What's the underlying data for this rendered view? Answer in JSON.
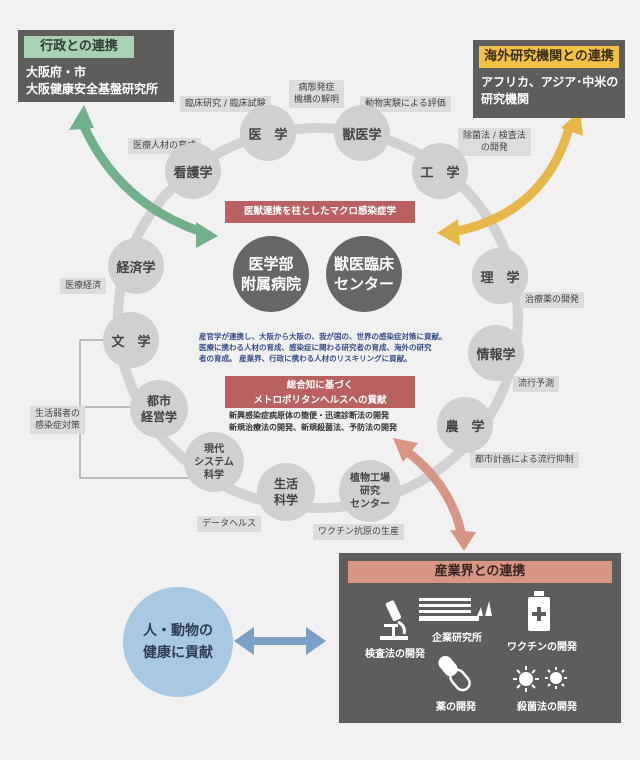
{
  "gov_panel": {
    "title": "行政との連携",
    "body": "大阪府・市\n大阪健康安全基盤研究所"
  },
  "intl_panel": {
    "title": "海外研究機関との連携",
    "body": "アフリカ、アジア･中米の\n研究機関"
  },
  "industry_panel": {
    "title": "産業界との連携",
    "items": {
      "company": "企業研究所",
      "vaccine": "ワクチンの開発",
      "test": "検査法の開発",
      "drug": "薬の開発",
      "sterilize": "殺菌法の開発"
    }
  },
  "health_circle": "人・動物の\n健康に貢献",
  "center": {
    "banner_top": "医獣連携を柱としたマクロ感染症学",
    "hospital": "医学部\n附属病院",
    "vet_center": "獣医臨床\nセンター",
    "description": "産官学が連携し、大阪から大阪の、我が国の、世界の感染症対策に貢献。\n医療に携わる人材の育成、感染症に関わる研究者の育成、海外の研究\n者の育成。 産業界、行政に携わる人材のリスキリングに貢献。",
    "banner_bottom": "総合知に基づく\nメトロポリタンヘルスへの貢献",
    "bottom_text": "新興感染症病原体の簡便・迅速診断法の開発\n新規治療法の開発、新規殺菌法、予防法の開発"
  },
  "nodes": {
    "medicine": "医　学",
    "vet": "獣医学",
    "engineering": "工　学",
    "science": "理　学",
    "informatics": "情報学",
    "agriculture": "農　学",
    "plant_factory": "植物工場\n研究\nセンター",
    "life_science": "生活\n科学",
    "modern_system": "現代\nシステム\n科学",
    "urban_mgmt": "都市\n経営学",
    "literature": "文　学",
    "economics": "経済学",
    "nursing": "看護学"
  },
  "labels": {
    "clinical": "臨床研究 / 臨床試験",
    "pathogenesis": "病態発症\n機構の解明",
    "animal_exp": "動物実験による評価",
    "sterilization": "除菌法 / 検査法\nの開発",
    "drug_dev": "治療薬の開発",
    "epidemic": "流行予測",
    "urban_plan": "都市計画による流行抑制",
    "vaccine_antigen": "ワクチン抗原の生産",
    "data_health": "データヘルス",
    "vulnerable": "生活弱者の\n感染症対策",
    "med_econ": "医療経済",
    "med_talent": "医療人材の育成"
  },
  "colors": {
    "panel": "#5f5d5c",
    "green_arrow": "#72b08c",
    "yellow_arrow": "#e6b84a",
    "salmon_arrow": "#d69585",
    "blue_arrow": "#7c9fc7",
    "node": "#d0d0d0",
    "banner": "#b96161"
  }
}
